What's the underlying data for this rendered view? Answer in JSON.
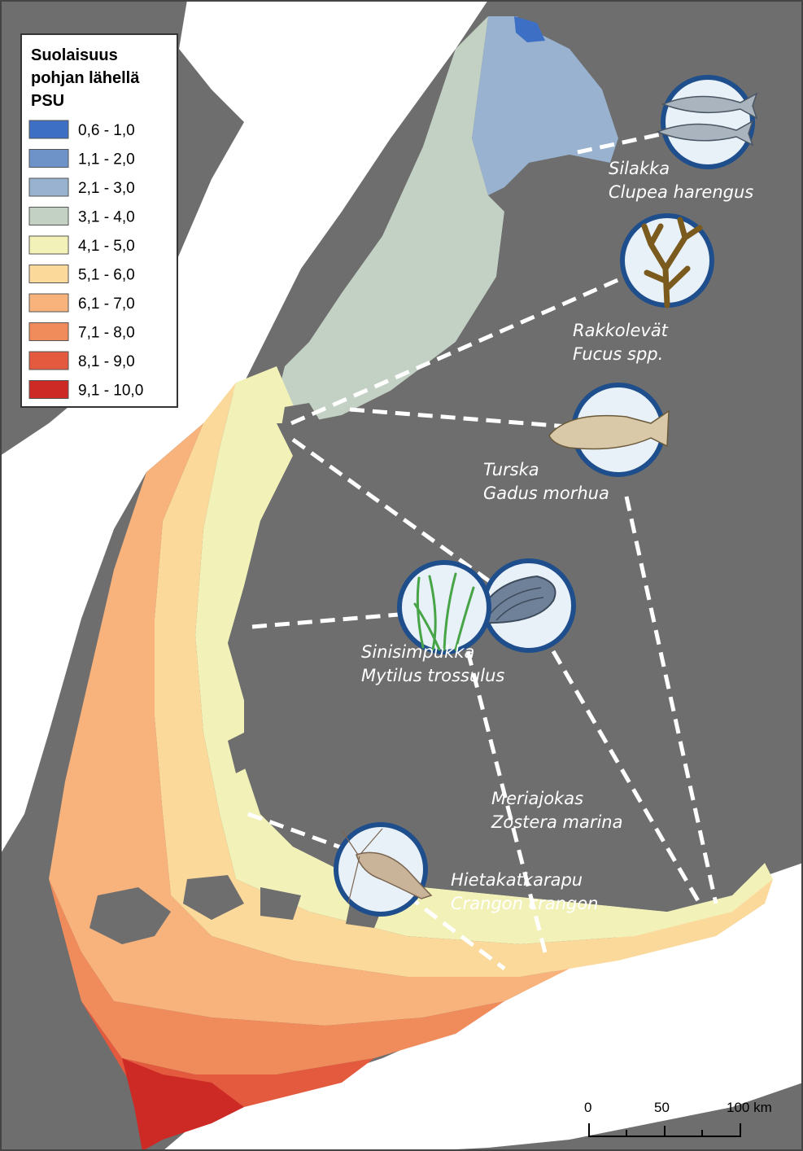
{
  "legend": {
    "title_line1": "Suolaisuus",
    "title_line2": "pohjan lähellä",
    "unit": "PSU",
    "classes": [
      {
        "label": "0,6 - 1,0",
        "color": "#3d6fc4"
      },
      {
        "label": "1,1 - 2,0",
        "color": "#6d93c9"
      },
      {
        "label": "2,1 - 3,0",
        "color": "#98b2cf"
      },
      {
        "label": "3,1 - 4,0",
        "color": "#c3d1c4"
      },
      {
        "label": "4,1 - 5,0",
        "color": "#f2f1b8"
      },
      {
        "label": "5,1 - 6,0",
        "color": "#fbd99b"
      },
      {
        "label": "6,1 - 7,0",
        "color": "#f8b27c"
      },
      {
        "label": "7,1 - 8,0",
        "color": "#f08b5c"
      },
      {
        "label": "8,1 - 9,0",
        "color": "#e45a3f"
      },
      {
        "label": "9,1 - 10,0",
        "color": "#cd2a26"
      }
    ]
  },
  "species": [
    {
      "common": "Silakka",
      "scientific": "Clupea harengus",
      "icon": "herring-icon"
    },
    {
      "common": "Rakkolevät",
      "scientific": "Fucus spp.",
      "icon": "bladderwrack-icon"
    },
    {
      "common": "Turska",
      "scientific": "Gadus morhua",
      "icon": "cod-icon"
    },
    {
      "common": "Sinisimpukka",
      "scientific": "Mytilus trossulus",
      "icon": "mussel-icon"
    },
    {
      "common": "Meriajokas",
      "scientific": "Zostera marina",
      "icon": "eelgrass-icon"
    },
    {
      "common": "Hietakatkarapu",
      "scientific": "Crangon crangon",
      "icon": "shrimp-icon"
    }
  ],
  "scale_bar": {
    "labels": [
      "0",
      "50",
      "100 km"
    ]
  },
  "colors": {
    "land": "#6e6e6e",
    "sea_outside": "#ffffff",
    "icon_ring": "#1f4e8c",
    "icon_fill": "#e8f0f8"
  }
}
